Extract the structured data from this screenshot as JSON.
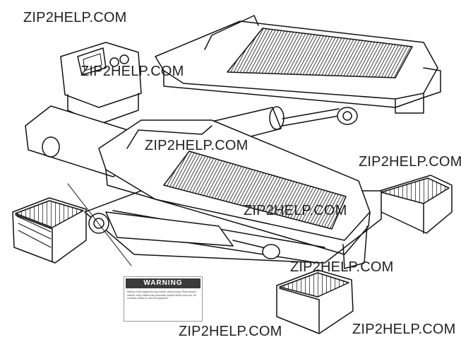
{
  "watermarks": [
    "ZIP2HELP.COM",
    "ZIP2HELP.COM",
    "ZIP2HELP.COM",
    "ZIP2HELP.COM",
    "ZIP2HELP.COM",
    "ZIP2HELP.COM",
    "ZIP2HELP.COM",
    "ZIP2HELP.COM"
  ],
  "warning_label": {
    "title": "WARNING",
    "body": "Misuse of this equipment may result in serious injury. Read owner's manual. Keep children and pets away. Inspect before each use. Do not allow children to use this equipment."
  }
}
